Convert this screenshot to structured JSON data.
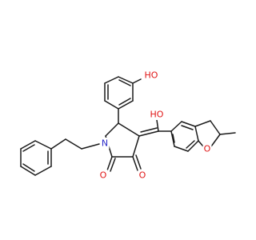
{
  "molecule": {
    "colors": {
      "bond": "#1a1a1a",
      "nitrogen": "#2828c8",
      "oxygen": "#e01414",
      "background": "#ffffff"
    },
    "atoms": [
      {
        "id": "OH_phenol",
        "element": "O",
        "label": "HO"
      },
      {
        "id": "OH_enol",
        "element": "O",
        "label": "HO"
      },
      {
        "id": "N_ring",
        "element": "N",
        "label": "N"
      },
      {
        "id": "O_amide",
        "element": "O",
        "label": "O"
      },
      {
        "id": "O_ketone",
        "element": "O",
        "label": "O"
      },
      {
        "id": "O_furan",
        "element": "O",
        "label": "O"
      }
    ]
  }
}
